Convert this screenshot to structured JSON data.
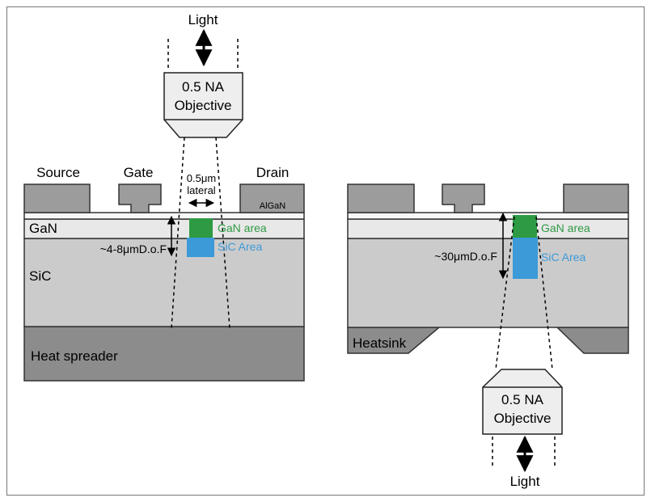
{
  "left_panel": {
    "light_label": "Light",
    "objective_line1": "0.5 NA",
    "objective_line2": "Objective",
    "source_label": "Source",
    "gate_label": "Gate",
    "drain_label": "Drain",
    "algan_label": "AlGaN",
    "gan_label": "GaN",
    "sic_label": "SiC",
    "heat_spreader_label": "Heat spreader",
    "lateral_line1": "0.5μm",
    "lateral_line2": "lateral",
    "dof_label": "~4-8μmD.o.F",
    "gan_area_label": "GaN area",
    "sic_area_label": "SiC Area"
  },
  "right_panel": {
    "heatsink_label": "Heatsink",
    "dof_label": "~30μmD.o.F",
    "gan_area_label": "GaN area",
    "sic_area_label": "SiC Area",
    "objective_line1": "0.5 NA",
    "objective_line2": "Objective",
    "light_label": "Light"
  },
  "colors": {
    "metal": "#9c9c9c",
    "gan_layer": "#e8e8e8",
    "sic_layer": "#cbcbcb",
    "heat_spreader": "#8c8c8c",
    "heatsink": "#8c8c8c",
    "gan_area": "#2e9a44",
    "sic_area": "#3c9ad8",
    "objective": "#eeeeee"
  }
}
